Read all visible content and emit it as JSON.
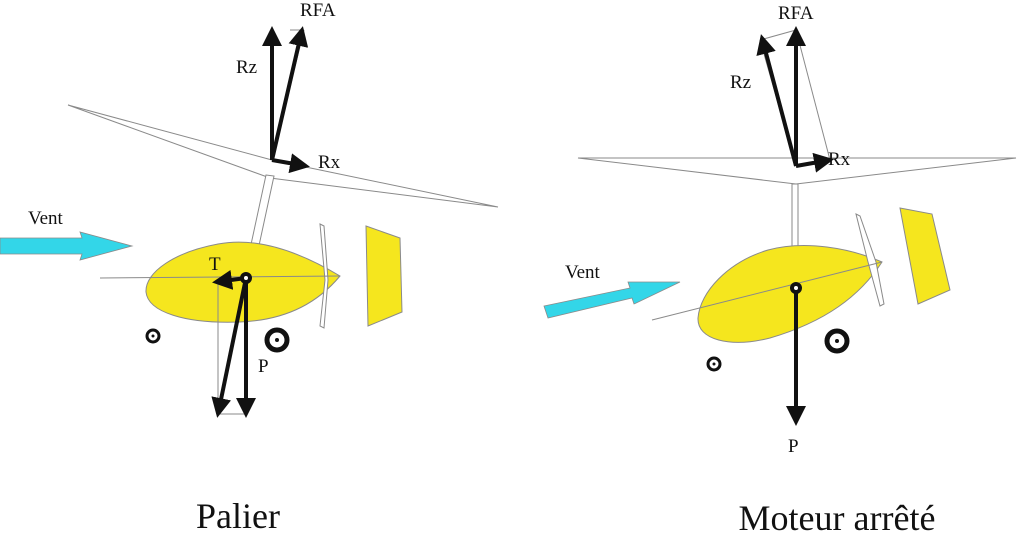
{
  "colors": {
    "body": "#f5e61e",
    "wind": "#33d6e8",
    "vector": "#111111",
    "rotor_line": "#8a8a8a"
  },
  "left_panel": {
    "caption": "Palier",
    "labels": {
      "rfa": "RFA",
      "rz": "Rz",
      "rx": "Rx",
      "wind": "Vent",
      "t": "T",
      "p": "P"
    }
  },
  "right_panel": {
    "caption": "Moteur arrêté",
    "labels": {
      "rfa": "RFA",
      "rz": "Rz",
      "rx": "Rx",
      "wind": "Vent",
      "p": "P"
    }
  }
}
